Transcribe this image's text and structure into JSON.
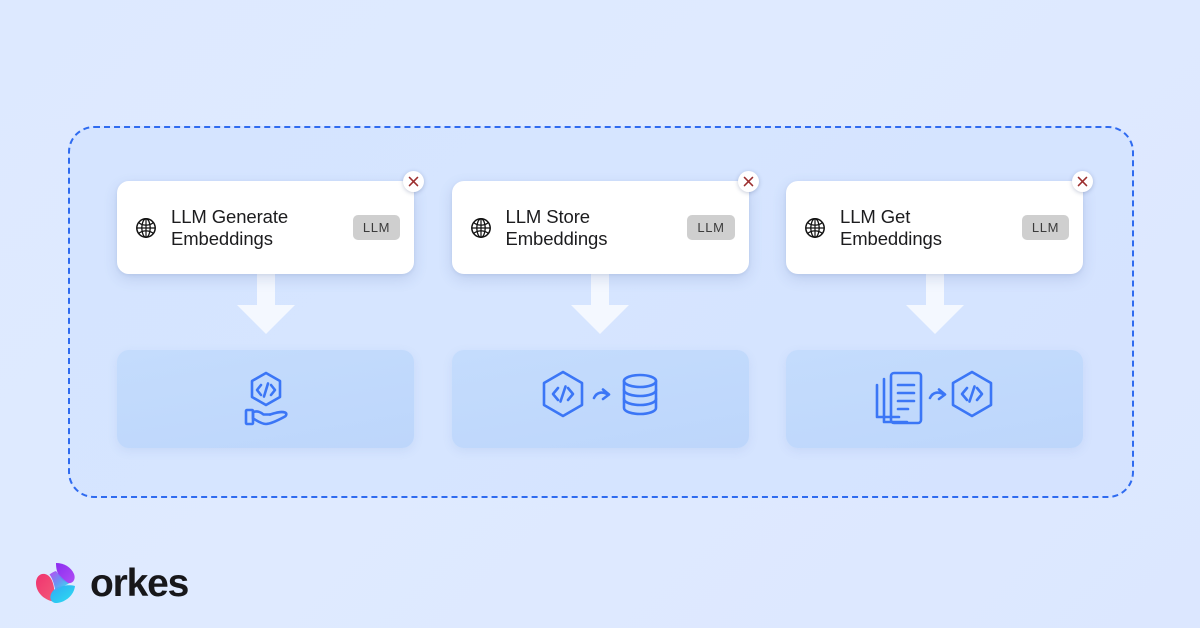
{
  "theme": {
    "background_color": "#dde8ff",
    "frame_border_color": "#2f6bf0",
    "panel_color": "#c2d9fc",
    "icon_color": "#3b76f6",
    "badge_bg": "#cfcfcf",
    "close_icon_color": "#9c2f2f",
    "card_bg": "#ffffff",
    "text_color": "#1c1c1e"
  },
  "workflow": {
    "columns": [
      {
        "card": {
          "icon": "globe-icon",
          "title": "LLM Generate\nEmbeddings",
          "badge": "LLM",
          "close_label": "×"
        },
        "arrow": "arrow-down-icon",
        "panel": {
          "icon": "hand-holding-code-icon"
        }
      },
      {
        "card": {
          "icon": "globe-icon",
          "title": "LLM Store\nEmbeddings",
          "badge": "LLM",
          "close_label": "×"
        },
        "arrow": "arrow-down-icon",
        "panel": {
          "icon": "code-to-database-icon"
        }
      },
      {
        "card": {
          "icon": "globe-icon",
          "title": "LLM Get\nEmbeddings",
          "badge": "LLM",
          "close_label": "×"
        },
        "arrow": "arrow-down-icon",
        "panel": {
          "icon": "documents-to-code-icon"
        }
      }
    ]
  },
  "brand": {
    "name": "orkes",
    "mark": "orkes-logo-icon"
  }
}
